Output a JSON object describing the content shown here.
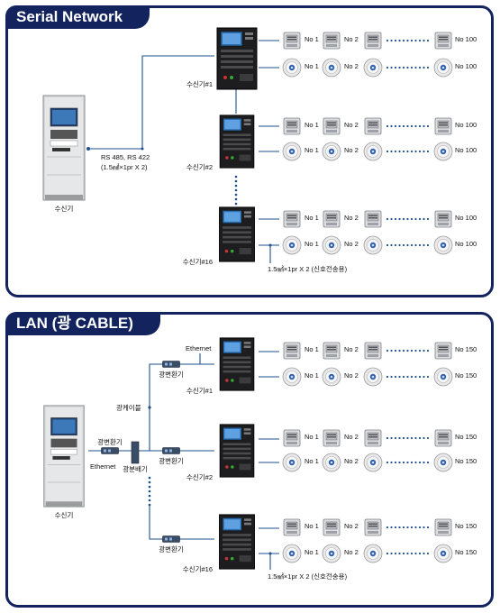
{
  "serial": {
    "title": "Serial Network",
    "main_unit_label": "수신기",
    "link_label_1": "RS 485, RS 422",
    "link_label_2": "(1.5㎟×1pr X 2)",
    "receivers": [
      {
        "label": "수신기#1",
        "rows": [
          [
            "No 1",
            "No 2",
            "No 100"
          ],
          [
            "No 1",
            "No 2",
            "No 100"
          ]
        ]
      },
      {
        "label": "수신기#2",
        "rows": [
          [
            "No 1",
            "No 2",
            "No 100"
          ],
          [
            "No 1",
            "No 2",
            "No 100"
          ]
        ]
      },
      {
        "label": "수신기#16",
        "rows": [
          [
            "No 1",
            "No 2",
            "No 100"
          ],
          [
            "No 1",
            "No 2",
            "No 100"
          ]
        ]
      }
    ],
    "cable_note": "1.5㎟×1pr X 2 (신호전송용)"
  },
  "lan": {
    "title": "LAN (광 CABLE)",
    "main_unit_label": "수신기",
    "ethernet_label": "Ethernet",
    "converter_label": "광변환기",
    "hub_label": "광분배기",
    "cable_label": "광케이블",
    "top_ethernet_label": "Ethernet",
    "receivers": [
      {
        "label": "수신기#1",
        "converter": "광변환기",
        "rows": [
          [
            "No 1",
            "No 2",
            "No 150"
          ],
          [
            "No 1",
            "No 2",
            "No 150"
          ]
        ]
      },
      {
        "label": "수신기#2",
        "converter": "광변환기",
        "rows": [
          [
            "No 1",
            "No 2",
            "No 150"
          ],
          [
            "No 1",
            "No 2",
            "No 150"
          ]
        ]
      },
      {
        "label": "수신기#16",
        "converter": "광변환기",
        "rows": [
          [
            "No 1",
            "No 2",
            "No 150"
          ],
          [
            "No 1",
            "No 2",
            "No 150"
          ]
        ]
      }
    ],
    "cable_note": "1.5㎟×1pr X 2 (신호전송용)"
  },
  "colors": {
    "frame": "#13235e",
    "line": "#1d4f8c",
    "dots": "#1d4f8c"
  }
}
